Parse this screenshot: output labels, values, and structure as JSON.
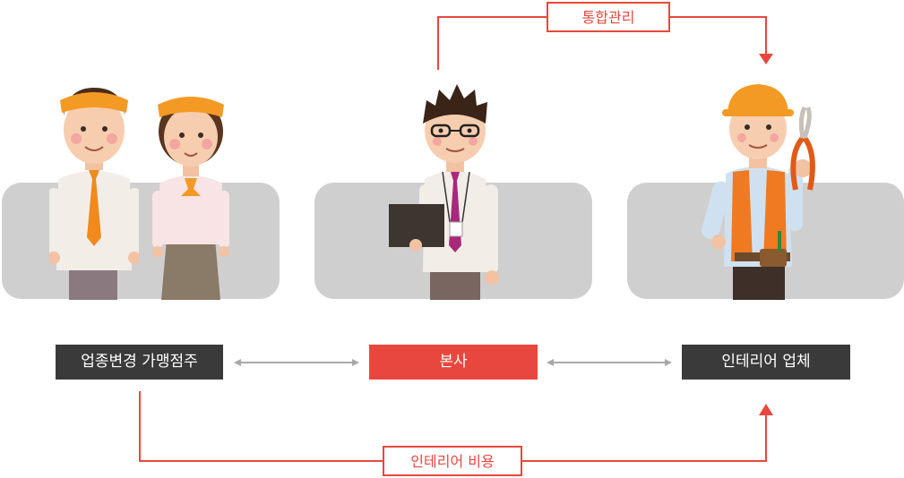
{
  "flow": {
    "integrated_management": "통합관리",
    "interior_cost": "인테리어 비용"
  },
  "nodes": {
    "franchisee": "업종변경 가맹점주",
    "headquarters": "본사",
    "interior_company": "인테리어 업체"
  },
  "colors": {
    "accent": "#e8473e",
    "dark_box": "#3a3a3a",
    "panel": "#cfcfcf",
    "bi_arrow": "#a8a8a8"
  }
}
